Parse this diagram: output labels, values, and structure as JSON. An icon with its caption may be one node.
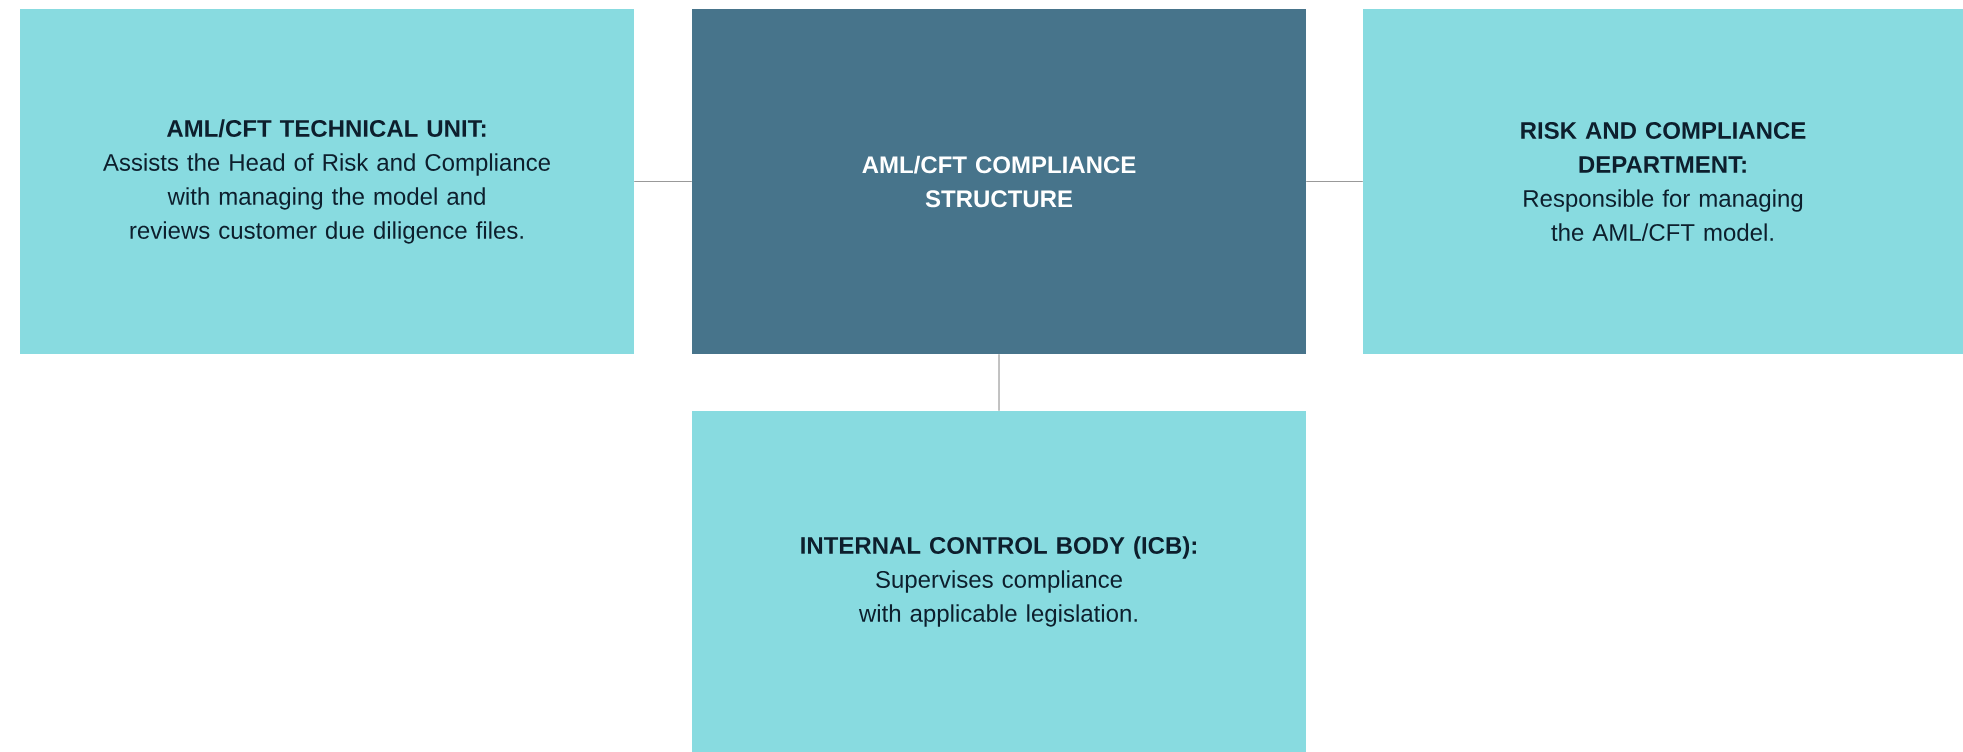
{
  "diagram": {
    "nodes": [
      {
        "text": [
          "AML/CFT TECHNICAL UNIT:",
          "Assists the Head of Risk and Compliance with managing the model and reviews customer due diligence files."
        ]
      },
      {
        "text": [
          "AML/CFT COMPLIANCE STRUCTURE"
        ]
      },
      {
        "text": [
          "RISK AND COMPLIANCE DEPARTMENT:",
          "Responsible for managing the AML/CFT model."
        ]
      },
      {
        "text": [
          "INTERNAL CONTROL BODY (ICB):",
          "Supervises compliance with applicable legislation."
        ]
      }
    ],
    "edges": [
      {
        "from": 1,
        "to": 0,
        "arrow": "none"
      },
      {
        "from": 1,
        "to": 2,
        "arrow": "none"
      },
      {
        "from": 1,
        "to": 3,
        "arrow": "none"
      }
    ]
  }
}
